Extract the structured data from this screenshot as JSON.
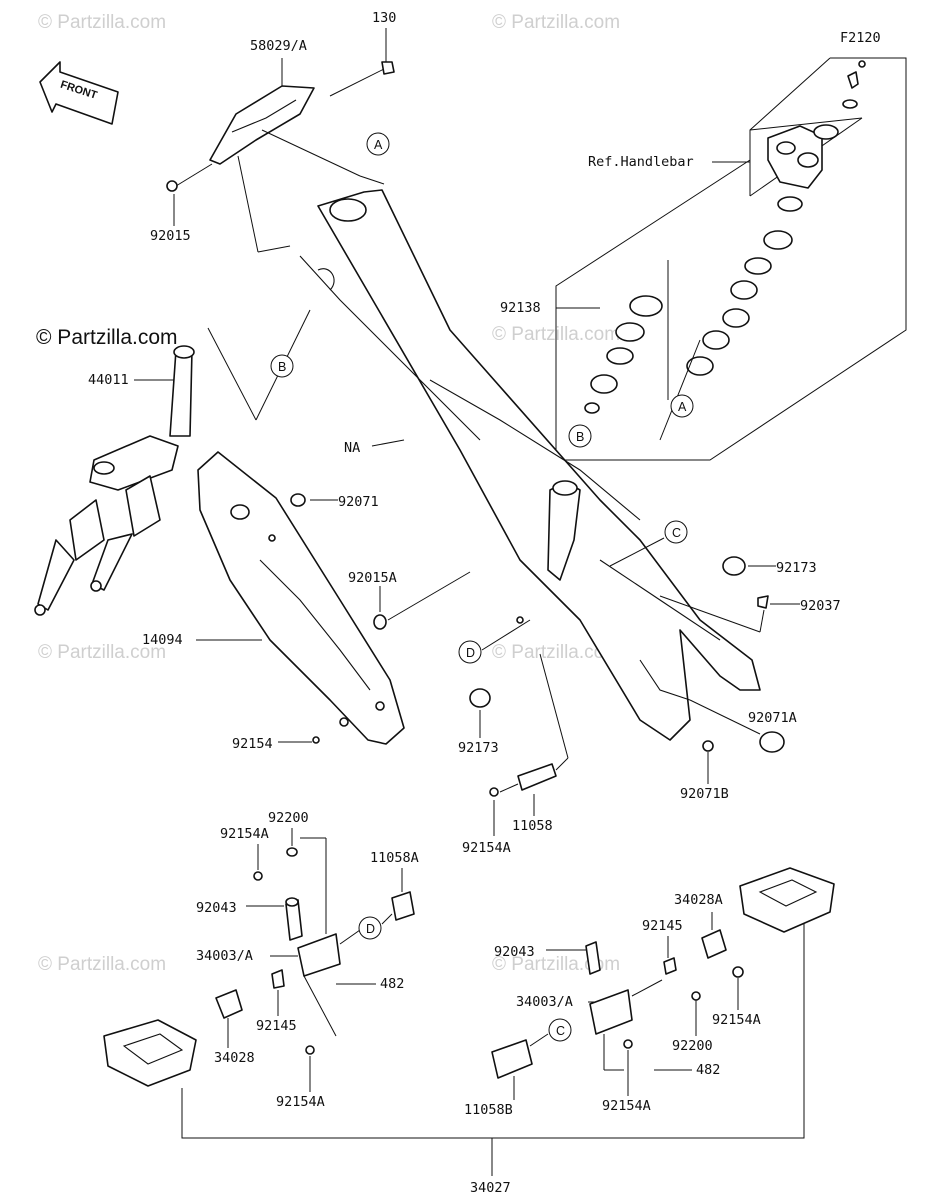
{
  "diagram_id": "F2120",
  "front_arrow_label": "FRONT",
  "copyright_text": "© Partzilla.com",
  "watermark_text": "© Partzilla.com",
  "ref_label": "Ref.Handlebar",
  "callouts": {
    "A": "A",
    "B": "B",
    "C": "C",
    "D": "D"
  },
  "parts": {
    "p130": "130",
    "p58029A": "58029/A",
    "p92015": "92015",
    "pNA": "NA",
    "p44011": "44011",
    "p92071": "92071",
    "p92015A": "92015A",
    "p14094": "14094",
    "p92154": "92154",
    "p92138": "92138",
    "p92173a": "92173",
    "p92037": "92037",
    "p92173b": "92173",
    "p92071A": "92071A",
    "p92071B": "92071B",
    "p11058": "11058",
    "p92154A_mid": "92154A",
    "p92200_l": "92200",
    "p92154A_l1": "92154A",
    "p11058A": "11058A",
    "p92043_l": "92043",
    "p34003A_l": "34003/A",
    "p482_l": "482",
    "p92145_l": "92145",
    "p34028": "34028",
    "p92154A_l2": "92154A",
    "p34028A": "34028A",
    "p92145_r": "92145",
    "p92043_r": "92043",
    "p34003A_r": "34003/A",
    "p92154A_r1": "92154A",
    "p92200_r": "92200",
    "p482_r": "482",
    "p11058B": "11058B",
    "p92154A_r2": "92154A",
    "p34027": "34027"
  }
}
